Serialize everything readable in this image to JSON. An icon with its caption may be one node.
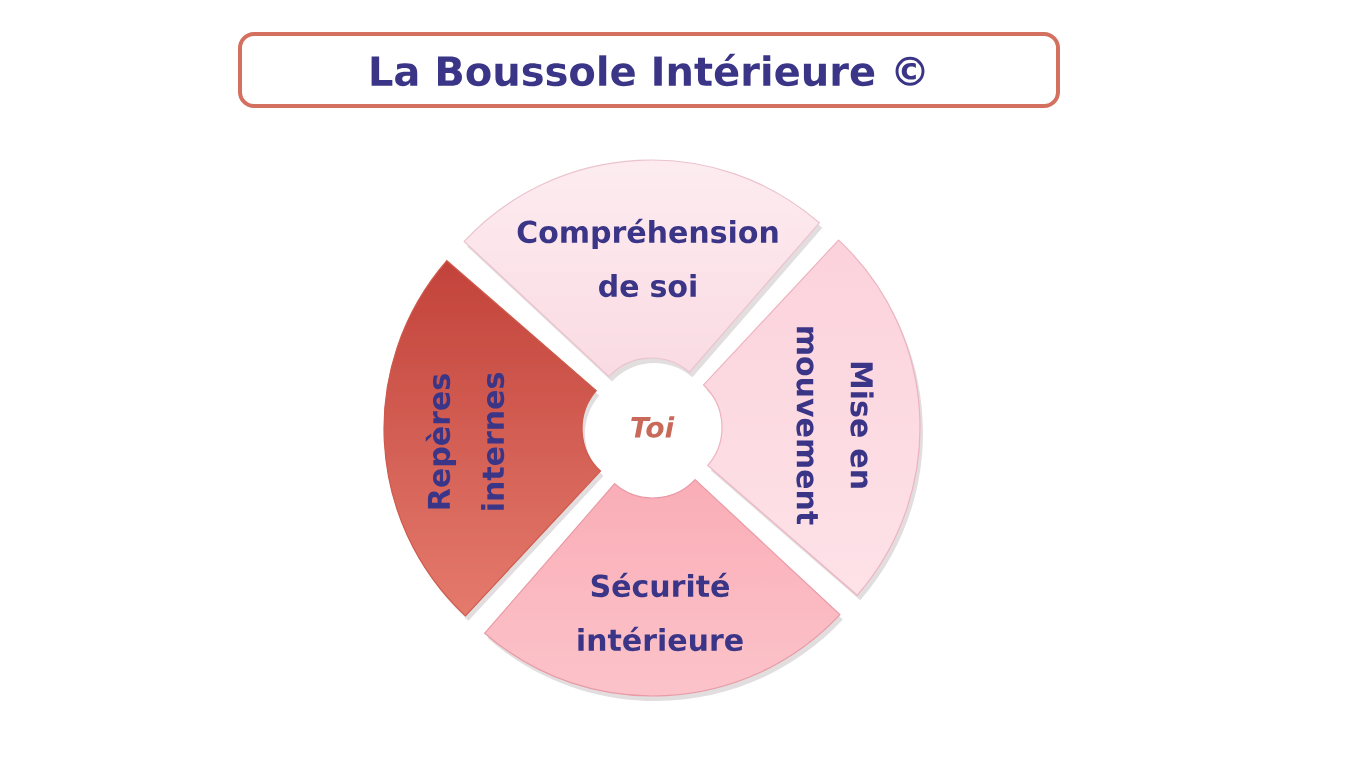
{
  "diagram": {
    "title": "La Boussole Intérieure ©",
    "nodes": [
      {
        "text": [
          "Compréhension de soi"
        ]
      },
      {
        "text": [
          "Repères internes"
        ]
      },
      {
        "text": [
          "Mise en mouvement"
        ]
      },
      {
        "text": [
          "Sécurité intérieure"
        ]
      }
    ],
    "labels": [
      "Toi"
    ]
  }
}
